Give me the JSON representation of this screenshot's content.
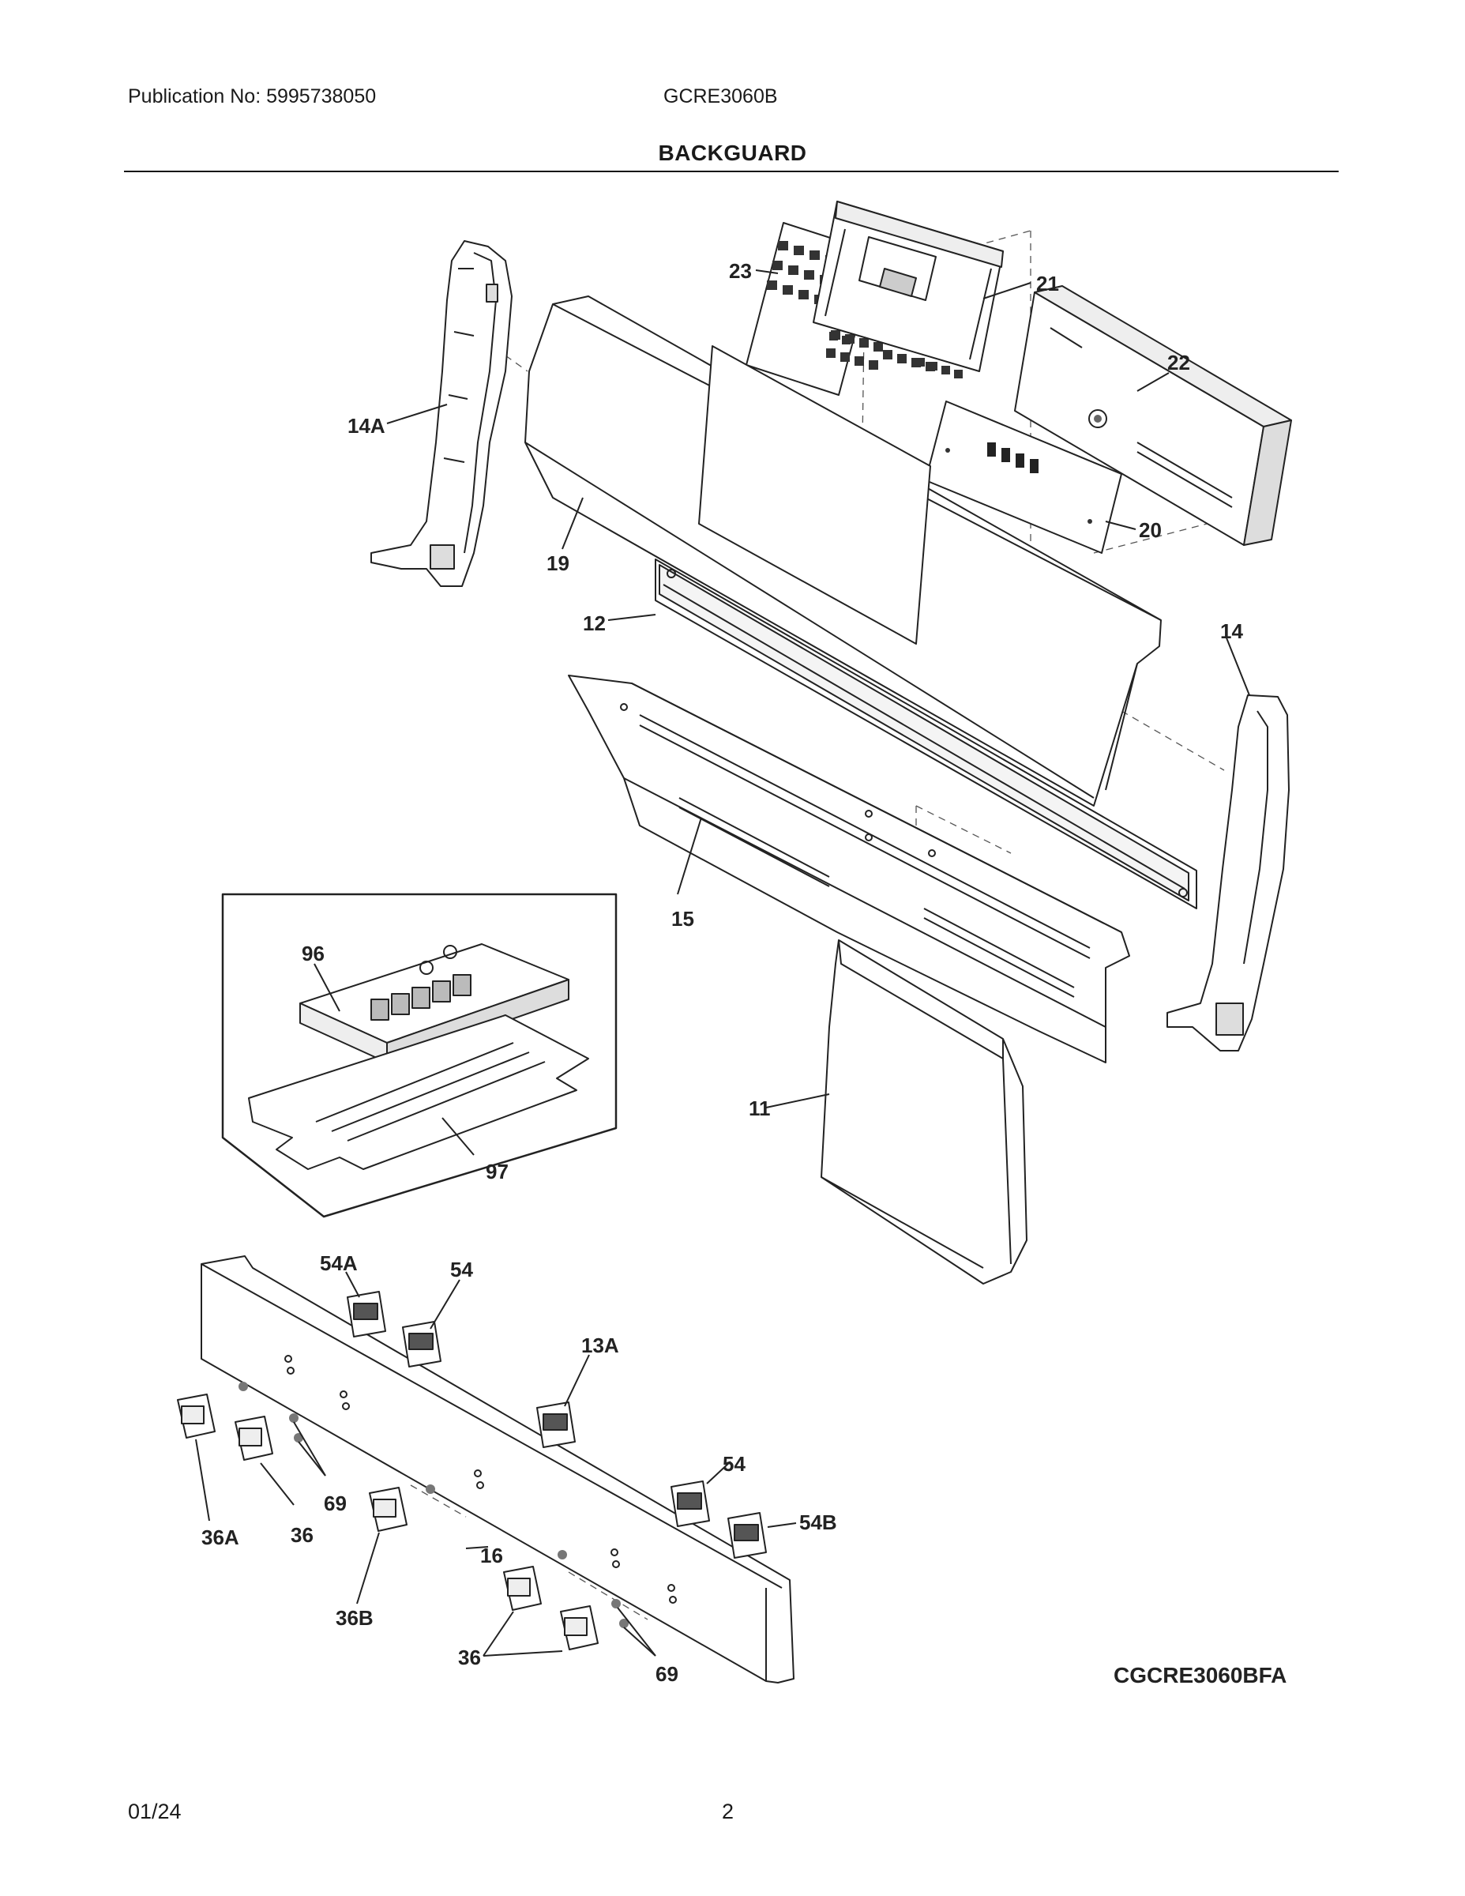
{
  "header": {
    "publication": "Publication No: 5995738050",
    "model": "GCRE3060B",
    "section_title": "BACKGUARD"
  },
  "diagram": {
    "callouts": [
      "23",
      "21",
      "22",
      "14A",
      "19",
      "20",
      "12",
      "14",
      "15",
      "96",
      "11",
      "97",
      "54A",
      "54",
      "13A",
      "54",
      "54B",
      "69",
      "36A",
      "36",
      "16",
      "36B",
      "36",
      "69"
    ],
    "figure_code": "CGCRE3060BFA"
  },
  "footer": {
    "date": "01/24",
    "page": "2"
  }
}
